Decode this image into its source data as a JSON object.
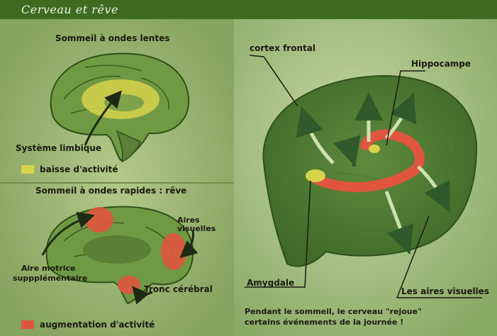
{
  "title": "Cerveau et rêve",
  "left_panel": {
    "slow_wave": {
      "heading": "Sommeil à ondes lentes",
      "label_limbic": "Système limbique",
      "legend": {
        "swatch_color": "#d8d24a",
        "text": "baisse d'activité"
      }
    },
    "rem": {
      "heading": "Sommeil à ondes rapides : rêve",
      "label_visual": "Aires visuelles",
      "label_motor_line1": "Aire motrice",
      "label_motor_line2": "suppplémentaire",
      "label_brainstem": "Tronc cérébral",
      "legend": {
        "swatch_color": "#e0553f",
        "text": "augmentation d'activité"
      }
    }
  },
  "right_panel": {
    "label_cortex": "cortex frontal",
    "label_hippocampus": "Hippocampe",
    "label_amygdala": "Amygdale",
    "label_visual_areas": "Les aires visuelles",
    "caption_line1": "Pendant le sommeil, le cerveau \"rejoue\"",
    "caption_line2": "certains événements de la journée !"
  },
  "colors": {
    "header_green": "#3f6b21",
    "activity_low": "#d8d24a",
    "activity_high": "#e0553f"
  }
}
